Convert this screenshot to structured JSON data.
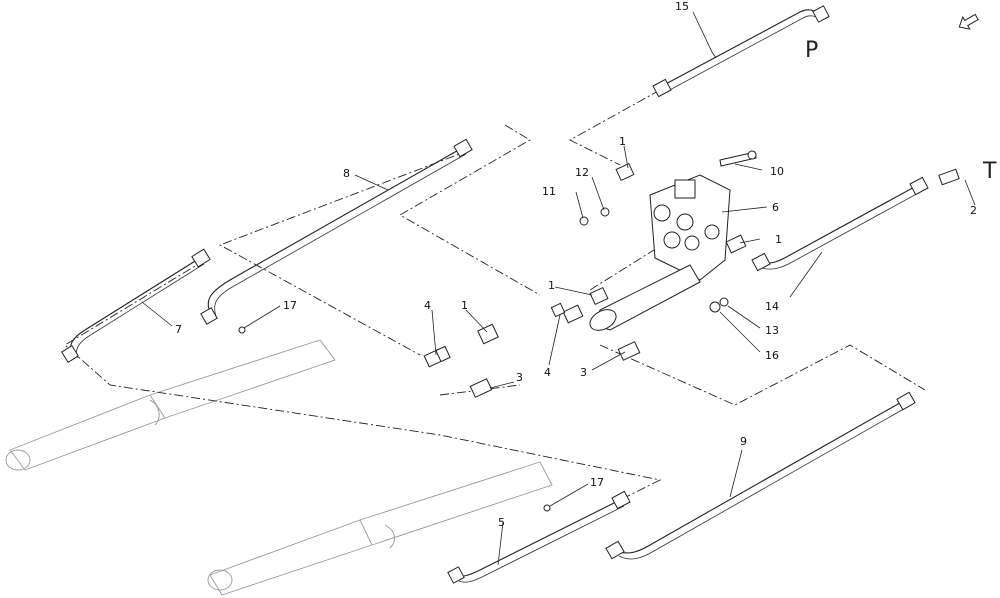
{
  "callouts": {
    "c1a": "1",
    "c1b": "1",
    "c1c": "1",
    "c1d": "1",
    "c2": "2",
    "c3a": "3",
    "c3b": "3",
    "c4a": "4",
    "c4b": "4",
    "c5": "5",
    "c6": "6",
    "c7": "7",
    "c8": "8",
    "c9": "9",
    "c10": "10",
    "c11": "11",
    "c12": "12",
    "c13": "13",
    "c14": "14",
    "c15": "15",
    "c16": "16",
    "c17a": "17",
    "c17b": "17"
  },
  "ports": {
    "pressure": "P",
    "tank": "T"
  },
  "icons": {
    "direction": "arrow-icon"
  }
}
